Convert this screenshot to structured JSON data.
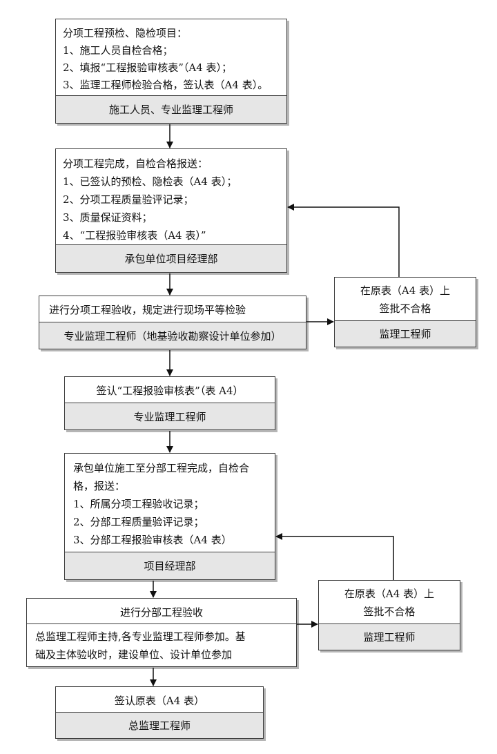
{
  "box1": {
    "lines": [
      "分项工程预检、隐检项目：",
      "1、施工人员自检合格；",
      "2、填报“工程报验审核表”（A4 表）；",
      "3、监理工程师检验合格，签认表（A4 表）。"
    ],
    "footer": "施工人员、专业监理工程师"
  },
  "box2": {
    "lines": [
      "分项工程完成，自检合格报送：",
      "1、已签认的预检、隐检表（A4 表）；",
      "2、分项工程质量验评记录；",
      "3、质量保证资料；",
      "4、“工程报验审核表（A4 表）”"
    ],
    "footer": "承包单位项目经理部"
  },
  "box3": {
    "text": "进行分项工程验收，规定进行现场平等检验",
    "footer": "专业监理工程师（地基验收勘察设计单位参加）"
  },
  "reject1": {
    "lines": [
      "在原表（A4 表）上",
      "签批不合格"
    ],
    "footer": "监理工程师"
  },
  "box4": {
    "text": "签认“工程报验审核表”（表 A4）",
    "footer": "专业监理工程师"
  },
  "box5": {
    "lines": [
      "承包单位施工至分部工程完成，自检合",
      "格，报送：",
      "1、所属分项工程验收记录；",
      "2、分部工程质量验评记录；",
      "3、分部工程报验审核表（A4 表）"
    ],
    "footer": "项目经理部"
  },
  "box6": {
    "text": "进行分部工程验收",
    "footer_lines": [
      "总监理工程师主持,各专业监理工程师参加。基",
      "础及主体验收时，建设单位、设计单位参加"
    ]
  },
  "reject2": {
    "lines": [
      "在原表（A4 表）上",
      "签批不合格"
    ],
    "footer": "监理工程师"
  },
  "box7": {
    "text": "签认原表（A4 表）",
    "footer": "总监理工程师"
  }
}
